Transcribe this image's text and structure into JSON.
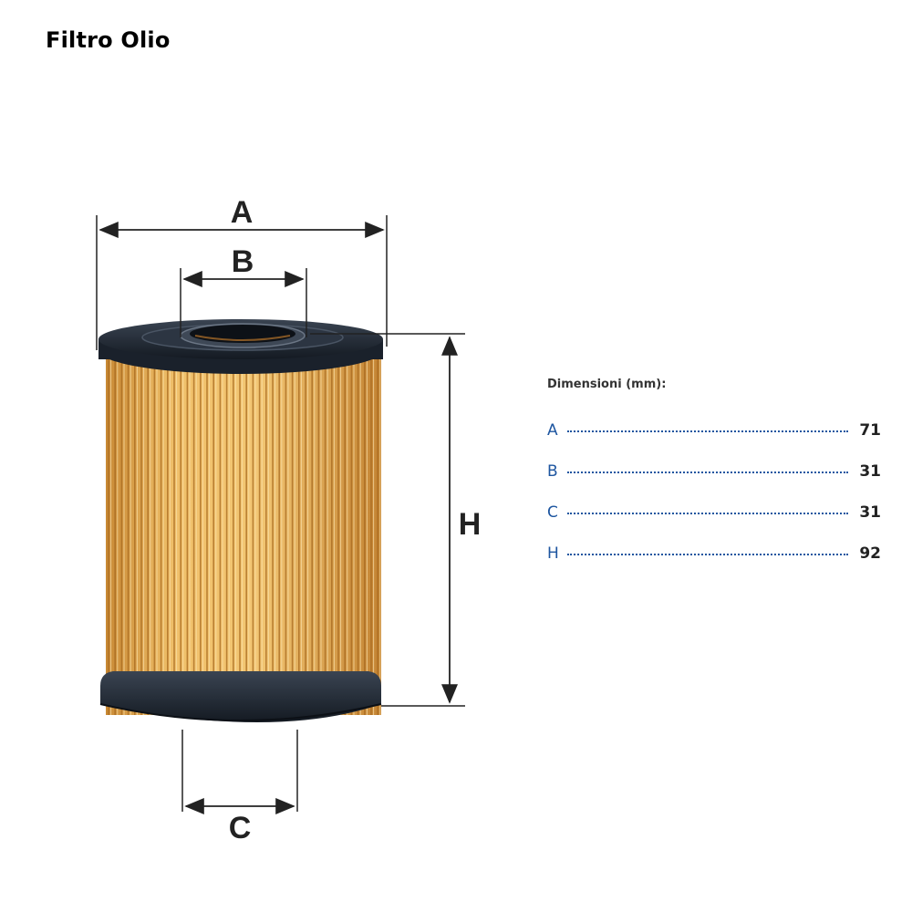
{
  "page": {
    "title": "Filtro Olio"
  },
  "diagram": {
    "labels": {
      "a": "A",
      "b": "B",
      "c": "C",
      "h": "H"
    },
    "colors": {
      "filter_paper": "#e8b25a",
      "pleat_line": "#a86a20",
      "end_cap": "#1c2430",
      "dimension_line": "#222222"
    }
  },
  "specs": {
    "heading": "Dimensioni (mm):",
    "rows": [
      {
        "label": "A",
        "value": "71"
      },
      {
        "label": "B",
        "value": "31"
      },
      {
        "label": "C",
        "value": "31"
      },
      {
        "label": "H",
        "value": "92"
      }
    ],
    "accent_color": "#1e56a0"
  }
}
